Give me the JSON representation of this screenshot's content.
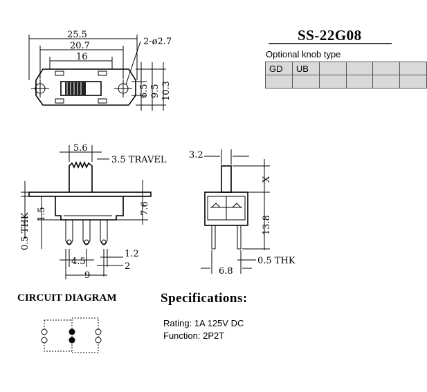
{
  "model": "SS-22G08",
  "knob": {
    "caption": "Optional knob type",
    "rows": [
      [
        "GD",
        "UB",
        "",
        "",
        "",
        ""
      ],
      [
        "",
        "",
        "",
        "",
        "",
        ""
      ]
    ]
  },
  "dimensions": {
    "overall_length": "25.5",
    "hole_pitch": "20.7",
    "slot_length": "16",
    "holes": "2-ø2.7",
    "height_a": "6.5",
    "height_b": "9.5",
    "height_c": "10.3",
    "knob_width": "5.6",
    "travel": "3.5 TRAVEL",
    "thickness": "0.5 THK",
    "base_height": "1.5",
    "body_height": "7.6",
    "pin_pitch": "4.5",
    "pin_width": "1.2",
    "pin_gap": "2",
    "pin_span": "9",
    "knob_offset": "3.2",
    "knob_height": "X",
    "side_height": "13.8",
    "side_width": "6.8",
    "side_thk": "0.5 THK"
  },
  "labels": {
    "circuit_title": "CIRCUIT DIAGRAM",
    "spec_title": "Specifications:",
    "rating": "Rating: 1A 125V DC",
    "function": "Function: 2P2T"
  }
}
